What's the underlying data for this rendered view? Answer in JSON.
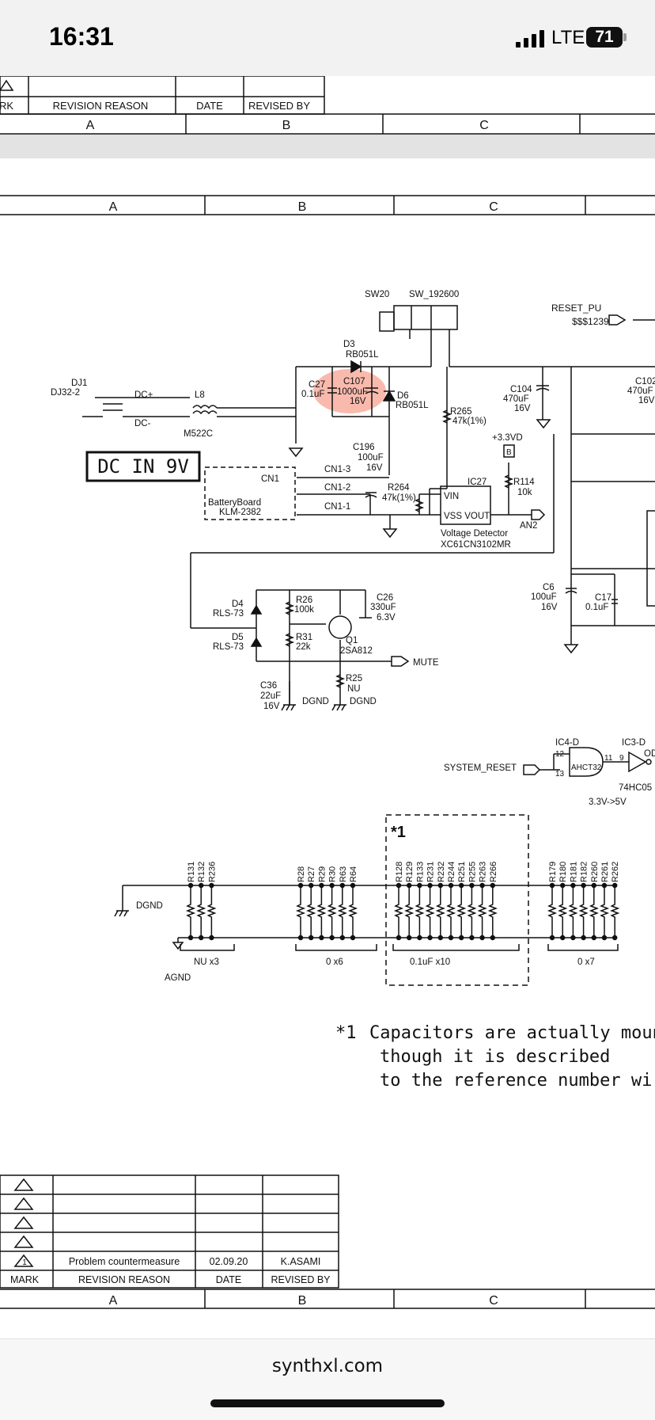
{
  "status_bar": {
    "time": "16:31",
    "network": "LTE",
    "battery": "71"
  },
  "title_block_top": {
    "headers": [
      "RK",
      "REVISION REASON",
      "DATE",
      "REVISED BY"
    ],
    "columns": [
      "A",
      "B",
      "C"
    ]
  },
  "page_columns": [
    "A",
    "B",
    "C"
  ],
  "schematic": {
    "dc_in_label": "DC IN 9V",
    "labels": {
      "sw20": "SW20",
      "sw_part": "SW_192600",
      "reset_pu": "RESET_PU",
      "reset_num": "$$$1239",
      "d3": "D3",
      "d3_part": "RB051L",
      "c27": "C27",
      "c27_val": "0.1uF",
      "c107": "C107",
      "c107_val": "1000uF",
      "c107_v": "16V",
      "d6": "D6",
      "d6_part": "RB051L",
      "c104": "C104",
      "c104_val": "470uF",
      "c104_v": "16V",
      "c102": "C102",
      "c102_val": "470uF",
      "c102_v": "16V",
      "dj1": "DJ1",
      "dj_part": "DJ32-2",
      "l8": "L8",
      "l8_part": "M522C",
      "dc_plus": "DC+",
      "dc_minus": "DC-",
      "r265": "R265",
      "r265_val": "47k(1%)",
      "v33": "+3.3VD",
      "b_box": "B",
      "r114": "R114",
      "r114_val": "10k",
      "c196": "C196",
      "c196_val": "100uF",
      "c196_v": "16V",
      "cn1": "CN1",
      "cn1_3": "CN1-3",
      "cn1_2": "CN1-2",
      "cn1_1": "CN1-1",
      "battery_board": "BatteryBoard",
      "battery_part": "KLM-2382",
      "r264": "R264",
      "r264_val": "47k(1%)",
      "ic27": "IC27",
      "vin": "VIN",
      "vss_vout": "VSS VOUT",
      "an2": "AN2",
      "voltage_detector": "Voltage Detector",
      "vd_part": "XC61CN3102MR",
      "c6": "C6",
      "c6_val": "100uF",
      "c6_v": "16V",
      "c17": "C17",
      "c17_val": "0.1uF",
      "d4": "D4",
      "d4_part": "RLS-73",
      "d5": "D5",
      "d5_part": "RLS-73",
      "r26": "R26",
      "r26_val": "100k",
      "r31": "R31",
      "r31_val": "22k",
      "c26": "C26",
      "c26_val": "330uF",
      "c26_v": "6.3V",
      "q1": "Q1",
      "q1_part": "2SA812",
      "mute": "MUTE",
      "r25": "R25",
      "r25_val": "NU",
      "dgnd": "DGND",
      "c36": "C36",
      "c36_val": "22uF",
      "c36_v": "16V",
      "ic4d": "IC4-D",
      "ic3d": "IC3-D",
      "od": "OD",
      "system_reset": "SYSTEM_RESET",
      "ahct32": "AHCT32",
      "hc05": "74HC05",
      "level": "3.3V->5V",
      "agnd": "AGND",
      "nu_x3": "NU x3",
      "o_x6": "0 x6",
      "cap_x10": "0.1uF x10",
      "o_x7": "0 x7",
      "star1": "*1",
      "pin12": "12",
      "pin13": "13",
      "pin11": "11",
      "pin9": "9"
    },
    "resistor_groups": [
      [
        "R131",
        "R132",
        "R236"
      ],
      [
        "R28",
        "R27",
        "R29",
        "R30",
        "R63",
        "R64"
      ],
      [
        "R128",
        "R129",
        "R133",
        "R231",
        "R232",
        "R244",
        "R251",
        "R255",
        "R263",
        "R266"
      ],
      [
        "R179",
        "R180",
        "R181",
        "R182",
        "R260",
        "R261",
        "R262"
      ]
    ],
    "note": {
      "mark": "*1",
      "lines": [
        "Capacitors are actually moun",
        "though it is described",
        "to the reference number wi"
      ]
    }
  },
  "revision_table": {
    "mark_header": "MARK",
    "reason_header": "REVISION REASON",
    "date_header": "DATE",
    "revised_header": "REVISED BY",
    "entry": {
      "mark": "1",
      "reason": "Problem countermeasure",
      "date": "02.09.20",
      "revised_by": "K.ASAMI"
    },
    "columns": [
      "A",
      "B",
      "C"
    ]
  },
  "browser": {
    "url": "synthxl.com"
  },
  "colors": {
    "highlight": "#f4826a",
    "ink": "#111111"
  }
}
